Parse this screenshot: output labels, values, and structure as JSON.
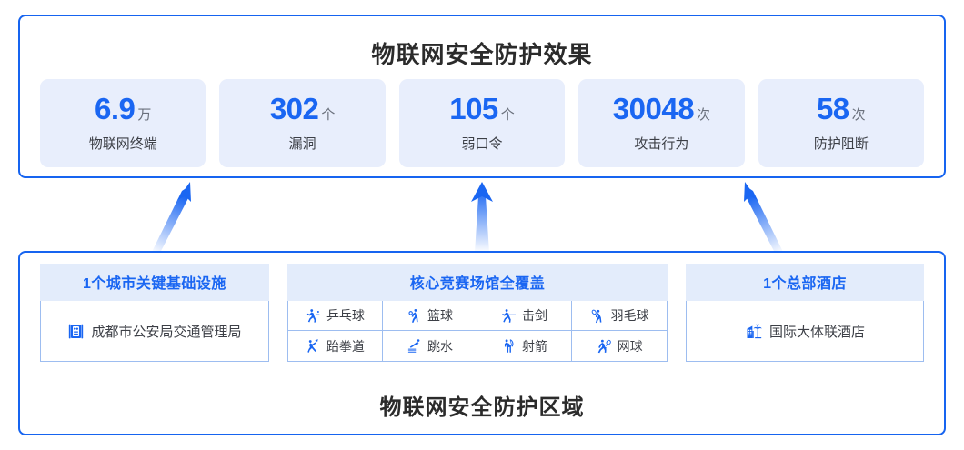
{
  "effect": {
    "title": "物联网安全防护效果",
    "stats": [
      {
        "value": "6.9",
        "unit": "万",
        "label": "物联网终端"
      },
      {
        "value": "302",
        "unit": "个",
        "label": "漏洞"
      },
      {
        "value": "105",
        "unit": "个",
        "label": "弱口令"
      },
      {
        "value": "30048",
        "unit": "次",
        "label": "攻击行为"
      },
      {
        "value": "58",
        "unit": "次",
        "label": "防护阻断"
      }
    ]
  },
  "area": {
    "caption": "物联网安全防护区域",
    "groups": {
      "infra": {
        "title": "1个城市关键基础设施",
        "item": "成都市公安局交通管理局",
        "icon": "traffic-signal-icon"
      },
      "venues": {
        "title": "核心竞赛场馆全覆盖",
        "items": [
          {
            "label": "乒乓球",
            "icon": "table-tennis-icon"
          },
          {
            "label": "篮球",
            "icon": "basketball-icon"
          },
          {
            "label": "击剑",
            "icon": "fencing-icon"
          },
          {
            "label": "羽毛球",
            "icon": "badminton-icon"
          },
          {
            "label": "跆拳道",
            "icon": "taekwondo-icon"
          },
          {
            "label": "跳水",
            "icon": "diving-icon"
          },
          {
            "label": "射箭",
            "icon": "archery-icon"
          },
          {
            "label": "网球",
            "icon": "tennis-icon"
          }
        ]
      },
      "hotel": {
        "title": "1个总部酒店",
        "item": "国际大体联酒店",
        "icon": "hotel-building-icon"
      }
    }
  },
  "colors": {
    "accent": "#1664f0",
    "number": "#1a66f2",
    "card_bg": "#e8eefc",
    "head_bg": "#e3ecfb",
    "cell_border": "#9dbdf0",
    "title_text": "#2b2b2b"
  },
  "arrows": {
    "count": 3,
    "direction": "up",
    "color": "#1a66f2"
  }
}
